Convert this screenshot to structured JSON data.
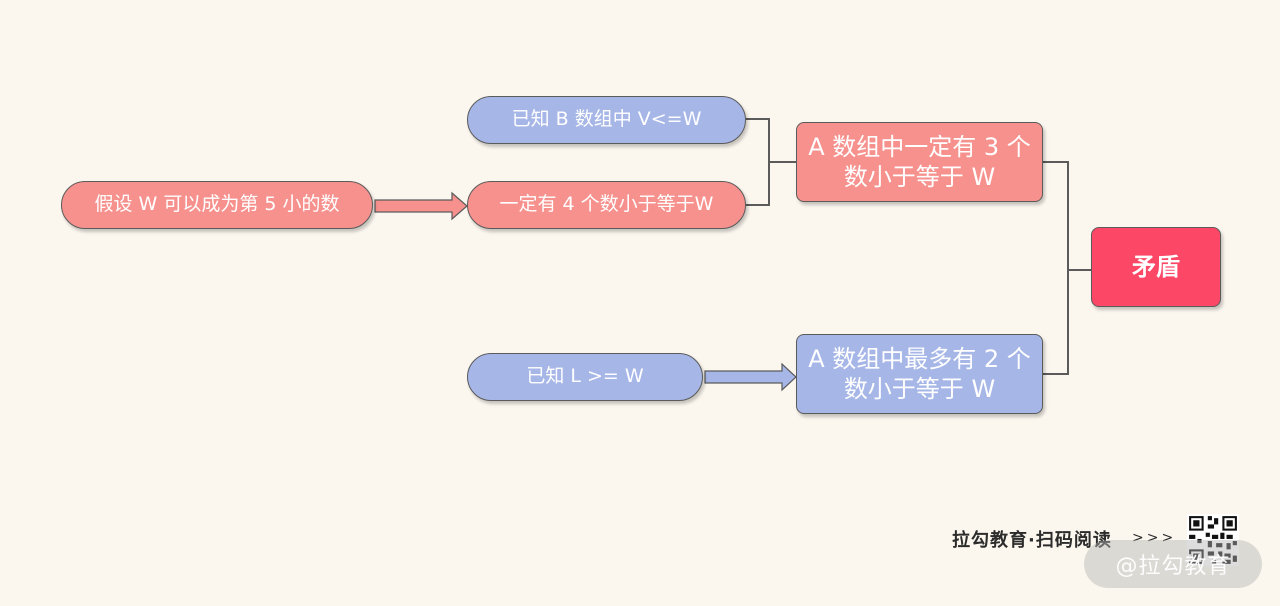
{
  "diagram": {
    "nodes": {
      "assume": "假设 W 可以成为第 5 小的数",
      "four_less": "一定有 4 个数小于等于W",
      "known_b": "已知 B 数组中 V<=W",
      "a_at_least": "A 数组中一定有 3 个数小于等于 W",
      "known_l": "已知 L >= W",
      "a_at_most": "A 数组中最多有 2 个数小于等于 W",
      "contradiction": "矛盾"
    },
    "colors": {
      "pink": "#f6918d",
      "blue": "#a6b6e7",
      "red": "#fc4767",
      "line": "#5b5b5b",
      "background": "#fbf7ef"
    }
  },
  "footer": {
    "brand": "拉勾教育·扫码阅读",
    "arrows": ">>>",
    "watermark": "@拉勾教育",
    "qr_icon": "qr-code-icon"
  }
}
